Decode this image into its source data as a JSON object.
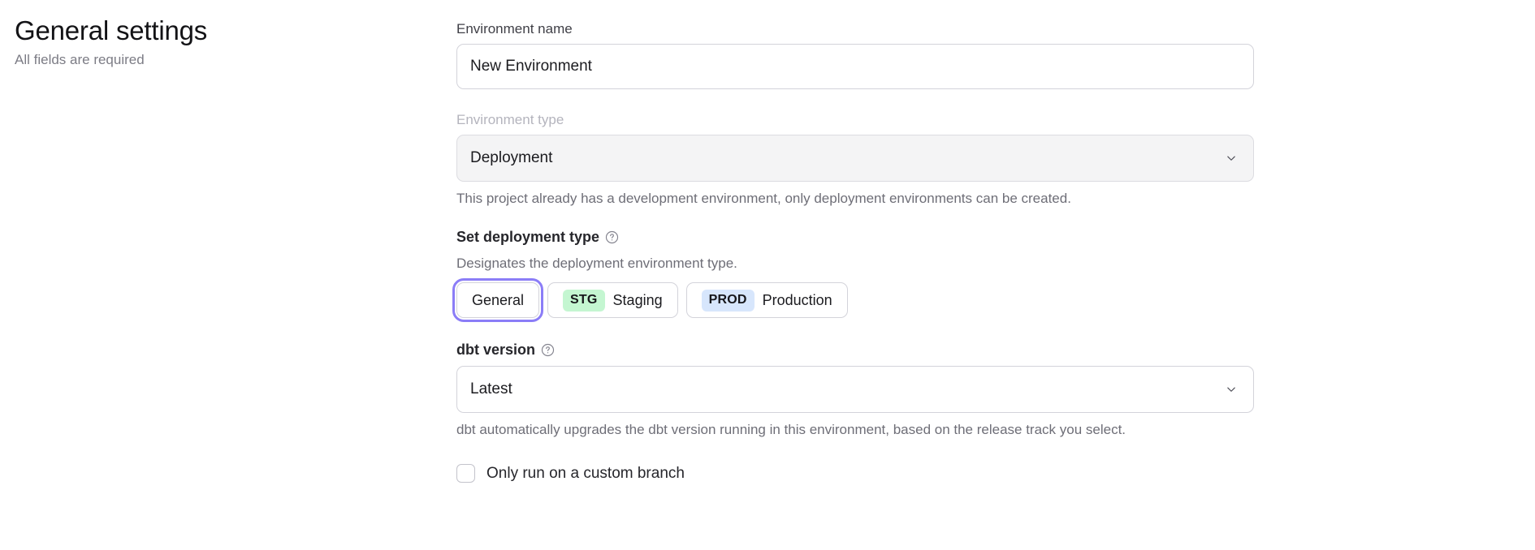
{
  "header": {
    "title": "General settings",
    "subtitle": "All fields are required"
  },
  "form": {
    "environment_name": {
      "label": "Environment name",
      "value": "New Environment",
      "placeholder": "Environment name"
    },
    "environment_type": {
      "label": "Environment type",
      "value": "Deployment",
      "disabled": true,
      "helper": "This project already has a development environment, only deployment environments can be created.",
      "chevron_icon": "chevron-down-icon"
    },
    "deployment_type": {
      "label": "Set deployment type",
      "help_icon": "question-circle-icon",
      "description": "Designates the deployment environment type.",
      "options": [
        {
          "badge": "",
          "label": "General",
          "selected": true
        },
        {
          "badge": "STG",
          "label": "Staging",
          "selected": false
        },
        {
          "badge": "PROD",
          "label": "Production",
          "selected": false
        }
      ]
    },
    "dbt_version": {
      "label": "dbt version",
      "help_icon": "question-circle-icon",
      "value": "Latest",
      "helper": "dbt automatically upgrades the dbt version running in this environment, based on the release track you select.",
      "chevron_icon": "chevron-down-icon"
    },
    "custom_branch": {
      "label": "Only run on a custom branch",
      "checked": false
    }
  },
  "colors": {
    "focus_ring": "#8b7df7",
    "badge_stg_bg": "#c4f6d1",
    "badge_prod_bg": "#d7e6fc",
    "disabled_bg": "#f4f4f5",
    "border": "#d3d3da",
    "text_primary": "#1b1b1f",
    "text_muted": "#6e6e77"
  }
}
